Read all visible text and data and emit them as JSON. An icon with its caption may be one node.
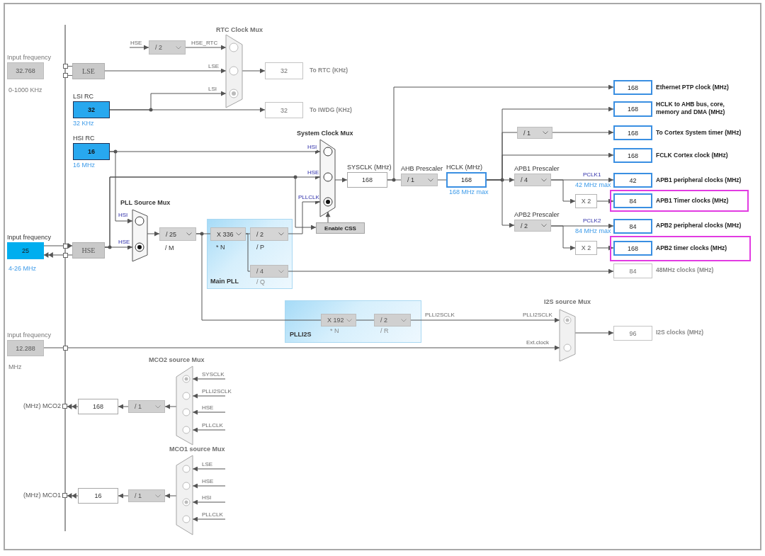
{
  "diagram": {
    "nodes": [
      {
        "text": [
          "32.768"
        ],
        "beside": [
          "Input frequency",
          "0-1000 KHz"
        ]
      },
      {
        "text": [
          "LSE"
        ]
      },
      {
        "text": [
          "/ 2"
        ]
      },
      {
        "text": [
          "RTC Clock Mux"
        ]
      },
      {
        "text": [
          "32"
        ],
        "beside": [
          "To RTC (KHz)"
        ]
      },
      {
        "text": [
          "LSI RC",
          "32"
        ],
        "beside": [
          "32 KHz"
        ]
      },
      {
        "text": [
          "32"
        ],
        "beside": [
          "To IWDG (KHz)"
        ]
      },
      {
        "text": [
          "HSI RC",
          "16"
        ],
        "beside": [
          "16 MHz"
        ]
      },
      {
        "text": [
          "25"
        ],
        "beside": [
          "Input frequency",
          "4-26 MHz"
        ]
      },
      {
        "text": [
          "HSE"
        ]
      },
      {
        "text": [
          "PLL Source Mux"
        ]
      },
      {
        "text": [
          "/ 25"
        ],
        "beside": [
          "/ M"
        ]
      },
      {
        "text": [
          "Main PLL"
        ]
      },
      {
        "text": [
          "X 336"
        ],
        "in": 12,
        "beside": [
          "* N"
        ]
      },
      {
        "text": [
          "/ 2"
        ],
        "in": 12,
        "beside": [
          "/ P"
        ]
      },
      {
        "text": [
          "/ 4"
        ],
        "in": 12,
        "beside": [
          "/ Q"
        ]
      },
      {
        "text": [
          "System Clock Mux"
        ]
      },
      {
        "text": [
          "Enable CSS"
        ]
      },
      {
        "text": [
          "SYSCLK (MHz)",
          "168"
        ]
      },
      {
        "text": [
          "AHB Prescaler",
          "/ 1"
        ]
      },
      {
        "text": [
          "HCLK (MHz)",
          "168"
        ],
        "beside": [
          "168 MHz max"
        ]
      },
      {
        "text": [
          "168"
        ],
        "beside": [
          "Ethernet PTP clock (MHz)"
        ]
      },
      {
        "text": [
          "168"
        ],
        "beside": [
          "HCLK to AHB bus, core, memory and DMA (MHz)"
        ]
      },
      {
        "text": [
          "/ 1"
        ]
      },
      {
        "text": [
          "168"
        ],
        "beside": [
          "To Cortex System timer (MHz)"
        ]
      },
      {
        "text": [
          "168"
        ],
        "beside": [
          "FCLK Cortex clock (MHz)"
        ]
      },
      {
        "text": [
          "APB1 Prescaler",
          "/ 4"
        ]
      },
      {
        "text": [
          "42"
        ],
        "beside": [
          "APB1 peripheral clocks (MHz)",
          "42 MHz max"
        ]
      },
      {
        "text": [
          "X 2"
        ]
      },
      {
        "text": [
          "APB1 Timer clocks (MHz)"
        ]
      },
      {
        "text": [
          "84"
        ],
        "in": 29
      },
      {
        "text": [
          "APB2 Prescaler",
          "/ 2"
        ]
      },
      {
        "text": [
          "84"
        ],
        "beside": [
          "APB2 peripheral clocks (MHz)",
          "84 MHz max"
        ]
      },
      {
        "text": [
          "X 2"
        ]
      },
      {
        "text": [
          "APB2 timer clocks (MHz)"
        ]
      },
      {
        "text": [
          "168"
        ],
        "in": 34
      },
      {
        "text": [
          "84"
        ],
        "beside": [
          "48MHz clocks (MHz)"
        ]
      },
      {
        "text": [
          "PLLI2S"
        ]
      },
      {
        "text": [
          "X 192"
        ],
        "in": 37,
        "beside": [
          "* N"
        ]
      },
      {
        "text": [
          "/ 2"
        ],
        "in": 37,
        "beside": [
          "/ R"
        ]
      },
      {
        "text": [
          "I2S source Mux"
        ]
      },
      {
        "text": [
          "96"
        ],
        "beside": [
          "I2S clocks (MHz)"
        ]
      },
      {
        "text": [
          "12.288"
        ],
        "beside": [
          "Input frequency",
          "MHz"
        ]
      },
      {
        "text": [
          "MCO2 source Mux"
        ]
      },
      {
        "text": [
          "/ 1"
        ]
      },
      {
        "text": [
          "168"
        ]
      },
      {
        "text": [
          "(MHz) MCO2"
        ]
      },
      {
        "text": [
          "MCO1 source Mux"
        ]
      },
      {
        "text": [
          "/ 1"
        ]
      },
      {
        "text": [
          "16"
        ]
      },
      {
        "text": [
          "(MHz) MCO1"
        ]
      }
    ],
    "edges": [
      {
        "from": null,
        "to": 2,
        "arrow": "to",
        "label": "HSE"
      },
      {
        "from": 2,
        "to": 3,
        "arrow": "to",
        "label": "HSE_RTC"
      },
      {
        "from": 1,
        "to": 3,
        "arrow": "to",
        "label": "LSE"
      },
      {
        "from": 5,
        "to": 3,
        "arrow": "to",
        "label": "LSI"
      },
      {
        "from": 3,
        "to": 4,
        "arrow": "to"
      },
      {
        "from": 5,
        "to": 6,
        "arrow": "to"
      },
      {
        "from": 7,
        "to": 16,
        "arrow": "to",
        "label": "HSI"
      },
      {
        "from": 7,
        "to": 10,
        "arrow": "to",
        "label": "HSI"
      },
      {
        "from": 8,
        "to": 9,
        "arrow": "to"
      },
      {
        "from": 9,
        "to": 8,
        "arrow": "to"
      },
      {
        "from": 9,
        "to": 10,
        "arrow": "to",
        "label": "HSE"
      },
      {
        "from": 9,
        "to": 16,
        "arrow": "to",
        "label": "HSE"
      },
      {
        "from": 9,
        "to": 17,
        "arrow": "to"
      },
      {
        "from": 10,
        "to": 11,
        "arrow": "to"
      },
      {
        "from": 11,
        "to": 13,
        "arrow": "none"
      },
      {
        "from": 13,
        "to": 14,
        "arrow": "none"
      },
      {
        "from": 13,
        "to": 15,
        "arrow": "none"
      },
      {
        "from": 14,
        "to": 16,
        "arrow": "to",
        "label": "PLLCLK"
      },
      {
        "from": 17,
        "to": 16,
        "arrow": "to"
      },
      {
        "from": 16,
        "to": 18,
        "arrow": "to"
      },
      {
        "from": 18,
        "to": 19,
        "arrow": "none"
      },
      {
        "from": 18,
        "to": 21,
        "arrow": "to"
      },
      {
        "from": 19,
        "to": 20,
        "arrow": "none"
      },
      {
        "from": 20,
        "to": 22,
        "arrow": "to"
      },
      {
        "from": 20,
        "to": 23,
        "arrow": "none"
      },
      {
        "from": 23,
        "to": 24,
        "arrow": "to"
      },
      {
        "from": 20,
        "to": 25,
        "arrow": "to"
      },
      {
        "from": 20,
        "to": 26,
        "arrow": "to"
      },
      {
        "from": 20,
        "to": 31,
        "arrow": "to"
      },
      {
        "from": 26,
        "to": 27,
        "arrow": "to",
        "label": "PCLK1"
      },
      {
        "from": 26,
        "to": 28,
        "arrow": "to"
      },
      {
        "from": 28,
        "to": 30,
        "arrow": "to"
      },
      {
        "from": 31,
        "to": 32,
        "arrow": "to",
        "label": "PCLK2"
      },
      {
        "from": 31,
        "to": 33,
        "arrow": "to"
      },
      {
        "from": 33,
        "to": 35,
        "arrow": "to"
      },
      {
        "from": 15,
        "to": 36,
        "arrow": "to"
      },
      {
        "from": 11,
        "to": 38,
        "arrow": "none"
      },
      {
        "from": 38,
        "to": 39,
        "arrow": "none"
      },
      {
        "from": 39,
        "to": 40,
        "arrow": "to",
        "label": "PLLI2SCLK"
      },
      {
        "from": 42,
        "to": 40,
        "arrow": "to",
        "label": "Ext.clock"
      },
      {
        "from": 40,
        "to": 41,
        "arrow": "to"
      },
      {
        "from": null,
        "to": 43,
        "arrow": "to",
        "label": "SYSCLK"
      },
      {
        "from": null,
        "to": 43,
        "arrow": "to",
        "label": "PLLI2SCLK"
      },
      {
        "from": null,
        "to": 43,
        "arrow": "to",
        "label": "HSE"
      },
      {
        "from": null,
        "to": 43,
        "arrow": "to",
        "label": "PLLCLK"
      },
      {
        "from": 43,
        "to": 44,
        "arrow": "to"
      },
      {
        "from": 44,
        "to": 45,
        "arrow": "to"
      },
      {
        "from": 45,
        "to": 46,
        "arrow": "to"
      },
      {
        "from": null,
        "to": 47,
        "arrow": "to",
        "label": "LSE"
      },
      {
        "from": null,
        "to": 47,
        "arrow": "to",
        "label": "HSE"
      },
      {
        "from": null,
        "to": 47,
        "arrow": "to",
        "label": "HSI"
      },
      {
        "from": null,
        "to": 47,
        "arrow": "to",
        "label": "PLLCLK"
      },
      {
        "from": 47,
        "to": 48,
        "arrow": "to"
      },
      {
        "from": 48,
        "to": 49,
        "arrow": "to"
      },
      {
        "from": 49,
        "to": 50,
        "arrow": "to"
      }
    ],
    "labels": [
      "PLLI2SCLK"
    ]
  }
}
